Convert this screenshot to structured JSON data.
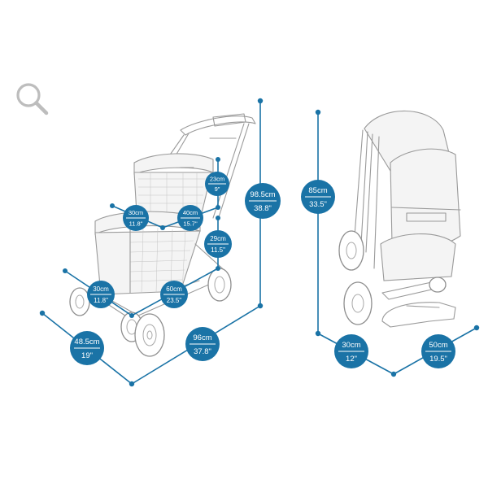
{
  "icons": {
    "zoom": "magnifier-icon"
  },
  "colors": {
    "accent": "#1a73a6",
    "sketch": "#9a9a9a"
  },
  "badges": {
    "basket_top_height": {
      "top": "23cm",
      "bottom": "9\""
    },
    "overall_height": {
      "top": "98.5cm",
      "bottom": "38.8\""
    },
    "top_basket_width": {
      "top": "30cm",
      "bottom": "11.8\""
    },
    "top_basket_length": {
      "top": "40cm",
      "bottom": "15.7\""
    },
    "lower_basket_height": {
      "top": "29cm",
      "bottom": "11.5\""
    },
    "lower_basket_width": {
      "top": "30cm",
      "bottom": "11.8\""
    },
    "lower_basket_length": {
      "top": "60cm",
      "bottom": "23.5\""
    },
    "overall_width": {
      "top": "48.5cm",
      "bottom": "19\""
    },
    "overall_length": {
      "top": "96cm",
      "bottom": "37.8\""
    },
    "folded_height": {
      "top": "85cm",
      "bottom": "33.5\""
    },
    "folded_depth": {
      "top": "30cm",
      "bottom": "12\""
    },
    "folded_width": {
      "top": "50cm",
      "bottom": "19.5\""
    }
  }
}
